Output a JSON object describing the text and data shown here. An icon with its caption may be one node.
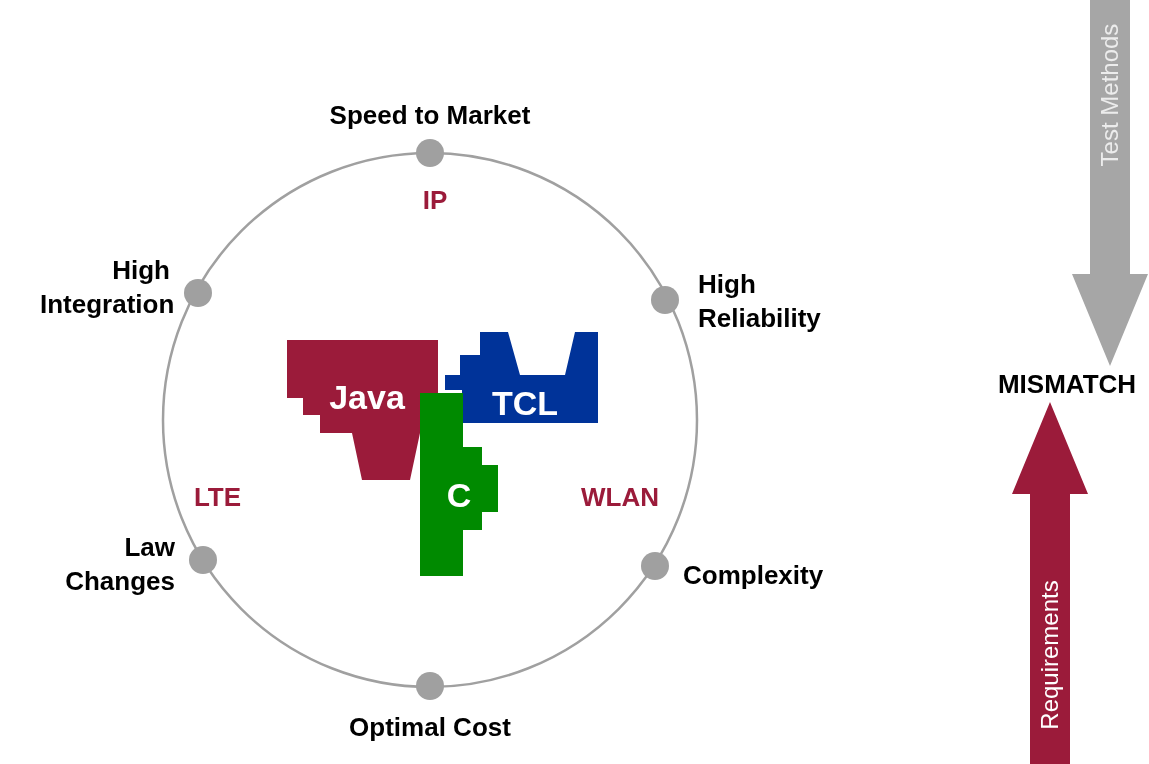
{
  "diagram": {
    "nodes": [
      {
        "text": [],
        "shape": "circle",
        "beside": [
          "Speed to Market"
        ]
      },
      {
        "text": [],
        "shape": "circle",
        "beside": [
          "High Integration"
        ]
      },
      {
        "text": [],
        "shape": "circle",
        "beside": [
          "High Reliability"
        ]
      },
      {
        "text": [],
        "shape": "circle",
        "beside": [
          "Law Changes"
        ]
      },
      {
        "text": [],
        "shape": "circle",
        "beside": [
          "Complexity"
        ]
      },
      {
        "text": [],
        "shape": "circle",
        "beside": [
          "Optimal Cost"
        ]
      },
      {
        "text": [
          "Java"
        ]
      },
      {
        "text": [
          "TCL"
        ]
      },
      {
        "text": [
          "C"
        ]
      },
      {
        "text": [
          "MISMATCH"
        ]
      }
    ],
    "edges": [
      {
        "from": null,
        "to": 9,
        "arrow": "to",
        "label": "Test Methods",
        "style": "thick",
        "color": "#a6a6a6"
      },
      {
        "from": null,
        "to": 9,
        "arrow": "to",
        "label": "Requirements",
        "style": "thick",
        "color": "#9b1b3a"
      }
    ],
    "labels": [
      "IP",
      "LTE",
      "WLAN"
    ]
  }
}
